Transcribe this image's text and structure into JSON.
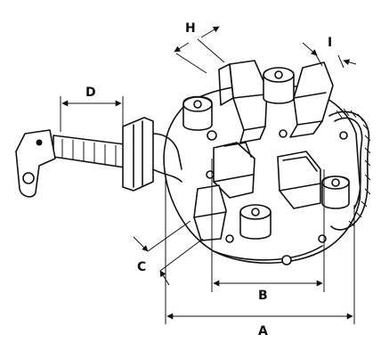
{
  "diagram": {
    "dimension_labels": {
      "A": "A",
      "B": "B",
      "C": "C",
      "D": "D",
      "H": "H",
      "I": "I"
    }
  }
}
